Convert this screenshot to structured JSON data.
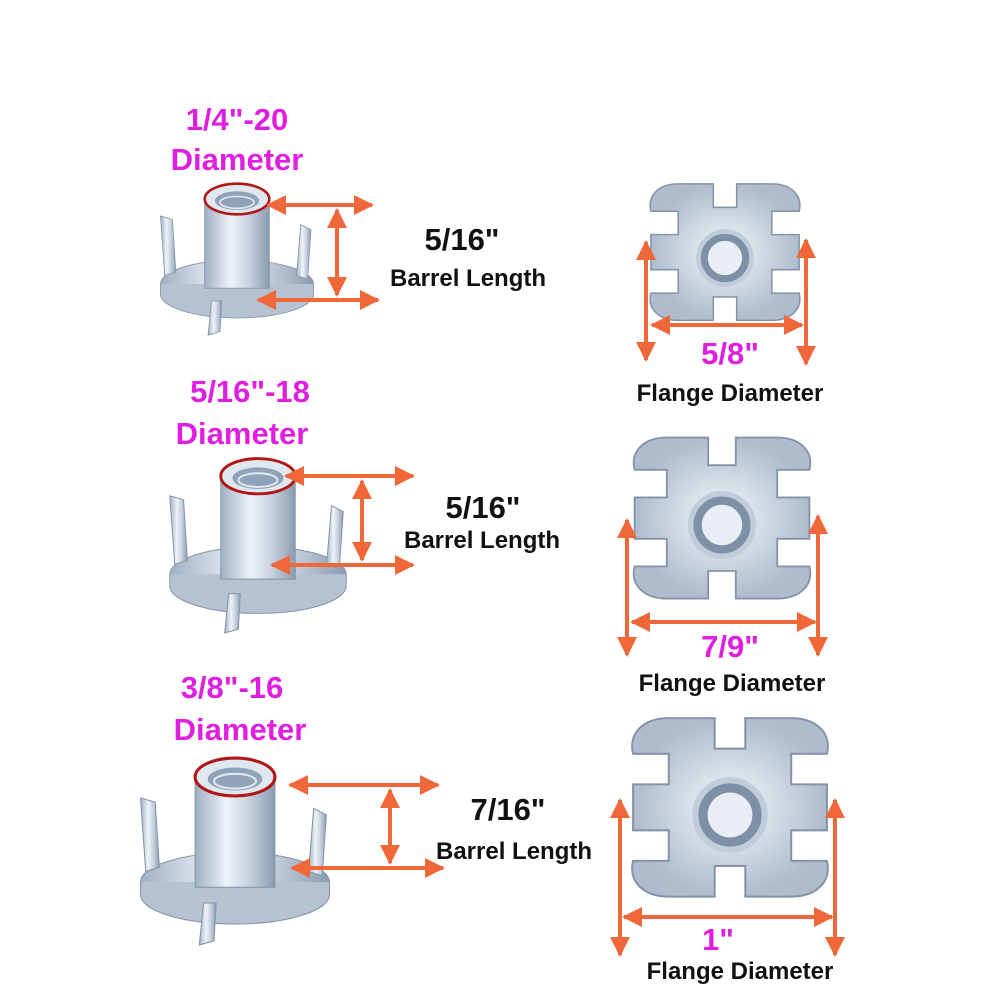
{
  "colors": {
    "label": "#e01ee0",
    "arrow": "#f0673a",
    "text": "#111111",
    "metal": "#c9d3de",
    "thread_ring": "#b01818"
  },
  "items": [
    {
      "thread": "1/4\"-20",
      "thread_caption": "Diameter",
      "barrel": "5/16\"",
      "barrel_caption": "Barrel Length",
      "flange": "5/8\"",
      "flange_caption": "Flange Diameter"
    },
    {
      "thread": "5/16\"-18",
      "thread_caption": "Diameter",
      "barrel": "5/16\"",
      "barrel_caption": "Barrel Length",
      "flange": "7/9\"",
      "flange_caption": "Flange Diameter"
    },
    {
      "thread": "3/8\"-16",
      "thread_caption": "Diameter",
      "barrel": "7/16\"",
      "barrel_caption": "Barrel Length",
      "flange": "1\"",
      "flange_caption": "Flange Diameter"
    }
  ]
}
